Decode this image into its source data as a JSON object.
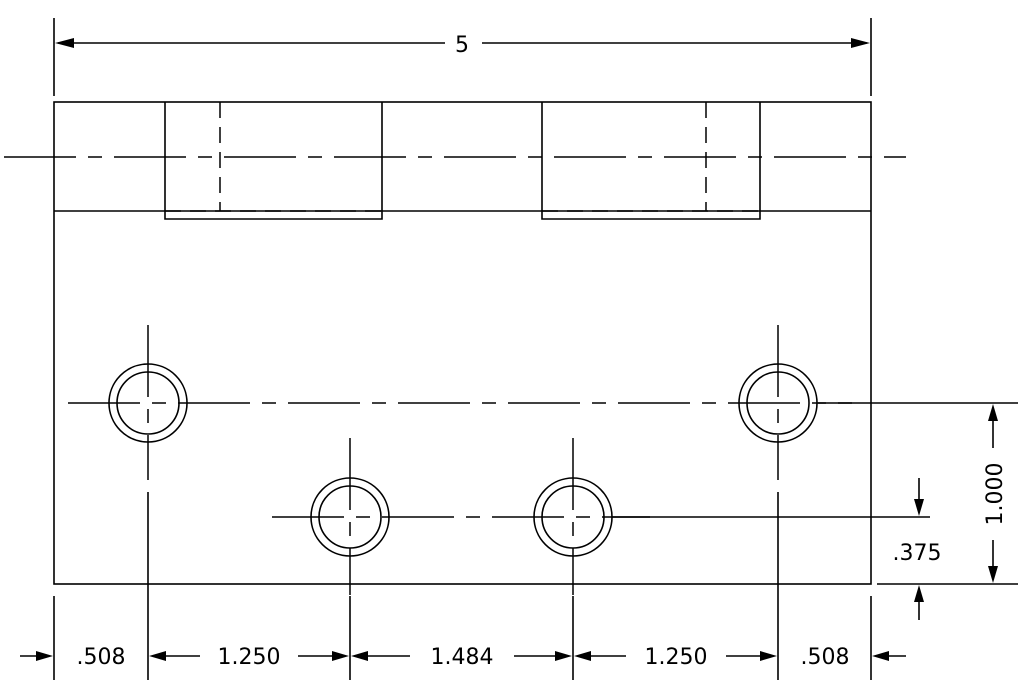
{
  "drawing": {
    "stroke_color": "#000000",
    "background": "#ffffff",
    "dimensions": {
      "overall_width": "5",
      "edge_left": ".508",
      "spacing_1": "1.250",
      "spacing_2": "1.484",
      "spacing_3": "1.250",
      "edge_right": ".508",
      "hole_row_upper": "1.000",
      "hole_row_lower": ".375"
    }
  }
}
